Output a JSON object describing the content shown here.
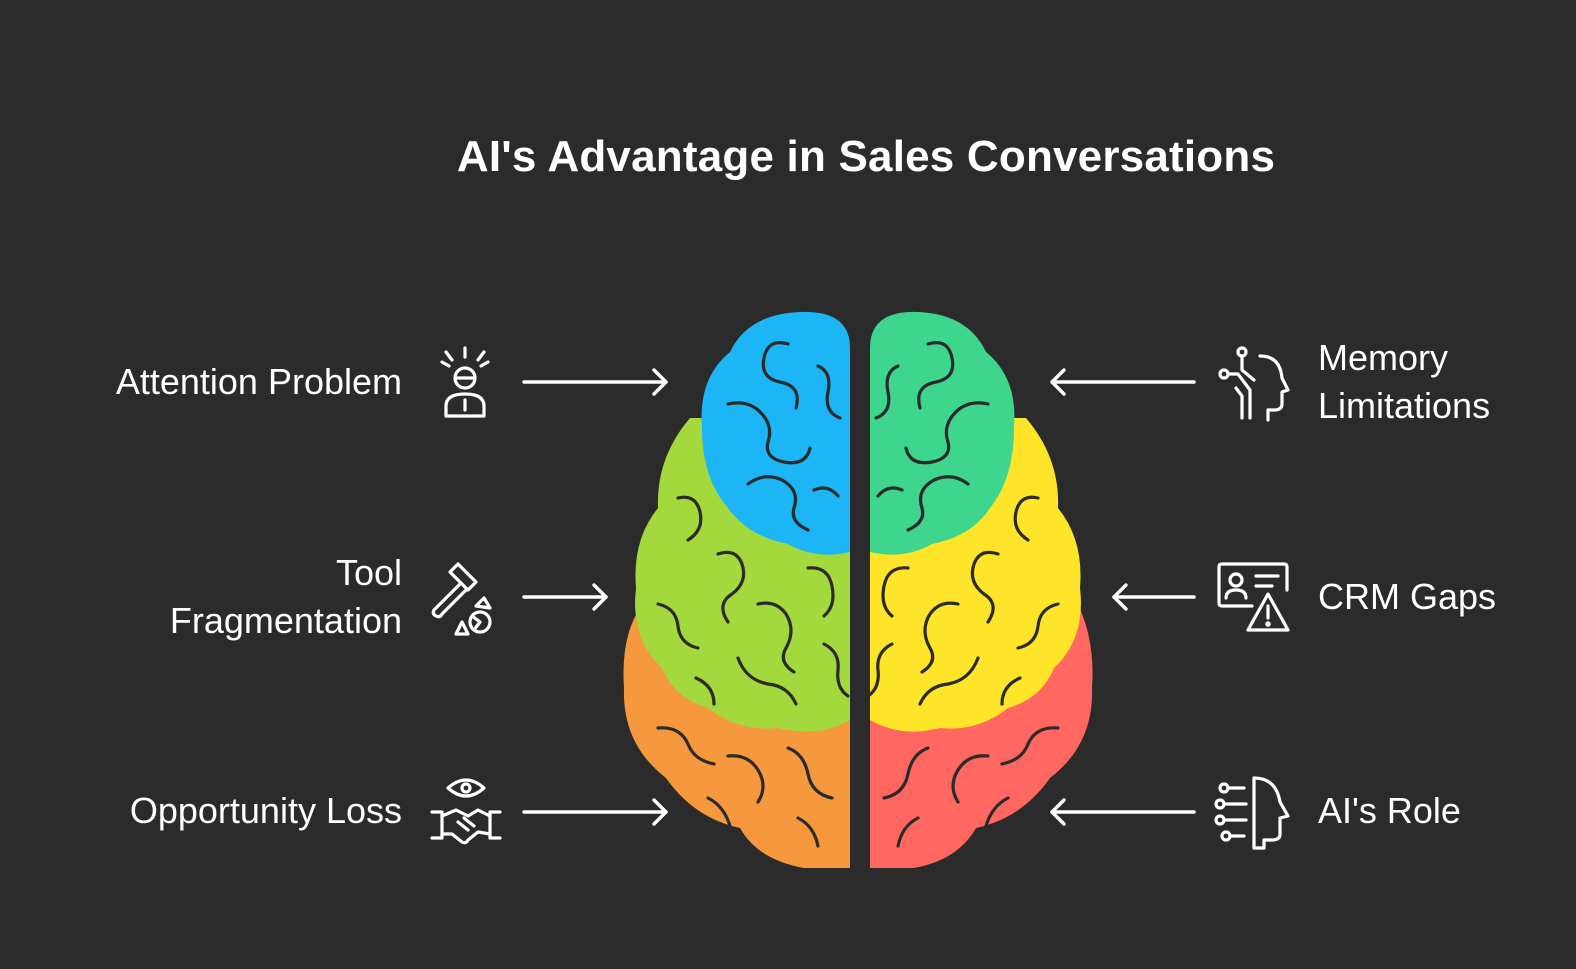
{
  "title": "AI's Advantage in Sales Conversations",
  "left_items": [
    {
      "label": "Attention Problem",
      "icon": "person-alert-icon"
    },
    {
      "label": "Tool Fragmentation",
      "icon": "broken-hammer-icon"
    },
    {
      "label": "Opportunity Loss",
      "icon": "handshake-eye-icon"
    }
  ],
  "right_items": [
    {
      "label": "Memory Limitations",
      "icon": "head-circuit-icon"
    },
    {
      "label": "CRM Gaps",
      "icon": "id-card-warning-icon"
    },
    {
      "label": "AI's Role",
      "icon": "ai-head-icon"
    }
  ],
  "colors": {
    "background": "#2b2b2b",
    "blue": "#1cb5f5",
    "lime": "#a3d93c",
    "orange": "#f6993e",
    "teal": "#3ed68c",
    "yellow": "#ffe52a",
    "red": "#ff6760"
  }
}
